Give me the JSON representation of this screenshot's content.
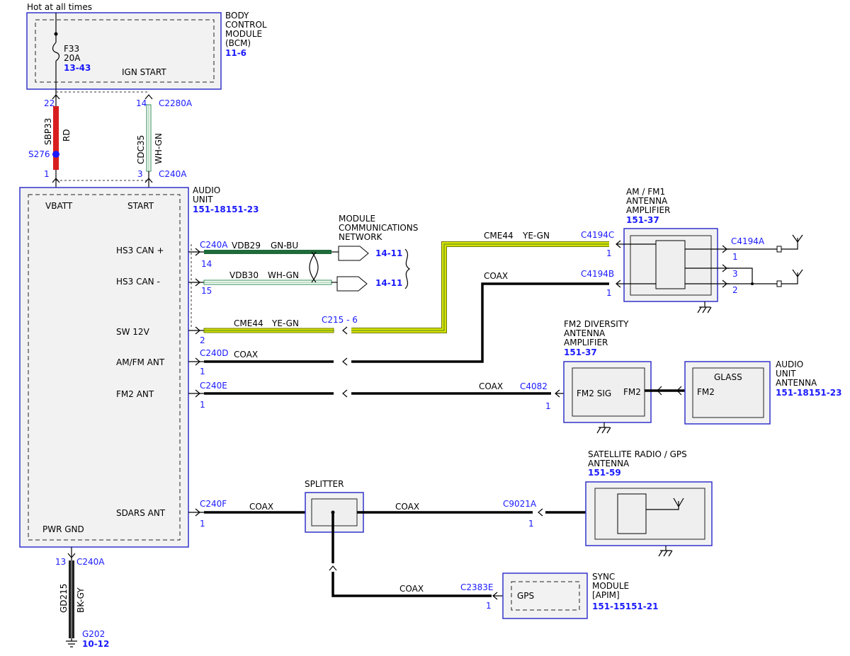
{
  "header": {
    "hot_label": "Hot at all times"
  },
  "bcm": {
    "title_lines": [
      "BODY",
      "CONTROL",
      "MODULE",
      "(BCM)"
    ],
    "ref": "11-6",
    "fuse_name": "F33",
    "fuse_rating": "20A",
    "fuse_ref": "13-43",
    "ign_label": "IGN START"
  },
  "wires_top": {
    "pin_22": "22",
    "pin_14": "14",
    "conn_c2280a": "C2280A",
    "sbp33": "SBP33",
    "rd": "RD",
    "cdc35": "CDC35",
    "whgn": "WH-GN",
    "splice": "S276",
    "pin_1": "1",
    "pin_3": "3",
    "conn_c240a": "C240A"
  },
  "audio_unit": {
    "title_lines": [
      "AUDIO",
      "UNIT"
    ],
    "ref": "151-18151-23",
    "vbatt": "VBATT",
    "start": "START",
    "hs3_can_plus": "HS3 CAN +",
    "hs3_can_minus": "HS3 CAN -",
    "sw12v": "SW 12V",
    "amfm_ant": "AM/FM ANT",
    "fm2_ant": "FM2 ANT",
    "sdars_ant": "SDARS ANT",
    "pwr_gnd": "PWR GND"
  },
  "connections": {
    "c240a": "C240A",
    "pin14": "14",
    "pin15": "15",
    "pin2": "2",
    "c240d": "C240D",
    "pin1_d": "1",
    "c240e": "C240E",
    "pin1_e": "1",
    "c240f": "C240F",
    "pin1_f": "1",
    "vdb29": "VDB29",
    "gnbu": "GN-BU",
    "vdb30": "VDB30",
    "whgn2": "WH-GN",
    "cme44_a": "CME44",
    "yegn_a": "YE-GN",
    "c215": "C215 - 6",
    "cme44_b": "CME44",
    "yegn_b": "YE-GN",
    "coax": "COAX"
  },
  "module_comm": {
    "title_lines": [
      "MODULE",
      "COMMUNICATIONS",
      "NETWORK"
    ],
    "ref1": "14-11",
    "ref2": "14-11"
  },
  "amfm_amp": {
    "title_lines": [
      "AM / FM1",
      "ANTENNA",
      "AMPLIFIER"
    ],
    "ref": "151-37",
    "c4194c": "C4194C",
    "c4194b": "C4194B",
    "c4194a": "C4194A",
    "pin1_c": "1",
    "pin1_b": "1",
    "pin1_a": "1",
    "pin3": "3",
    "pin2": "2"
  },
  "fm2_amp": {
    "title_lines": [
      "FM2 DIVERSITY",
      "ANTENNA",
      "AMPLIFIER"
    ],
    "ref": "151-37",
    "sig": "FM2 SIG",
    "fm2": "FM2",
    "conn": "C4082",
    "pin": "1"
  },
  "glass_ant": {
    "title_lines": [
      "AUDIO",
      "UNIT",
      "ANTENNA"
    ],
    "ref": "151-18151-23",
    "glass": "GLASS",
    "fm2": "FM2"
  },
  "splitter": {
    "label": "SPLITTER"
  },
  "sat_ant": {
    "title_lines": [
      "SATELLITE RADIO / GPS",
      "ANTENNA"
    ],
    "ref": "151-59",
    "conn": "C9021A",
    "pin": "1"
  },
  "sync": {
    "title_lines": [
      "SYNC",
      "MODULE",
      "[APIM]"
    ],
    "ref": "151-15151-21",
    "gps": "GPS",
    "conn": "C2383E",
    "pin": "1"
  },
  "ground": {
    "pin13": "13",
    "conn": "C240A",
    "gd215": "GD215",
    "bkgy": "BK-GY",
    "g202": "G202",
    "ref": "10-12"
  },
  "colors": {
    "box_border": "#3333cc",
    "blue_text": "#1a1aff",
    "red_wire": "#d81e1e",
    "green_wire": "#1f6b3a",
    "yellow_wire": "#d8e000",
    "gray_fill": "#f2f2f2"
  }
}
